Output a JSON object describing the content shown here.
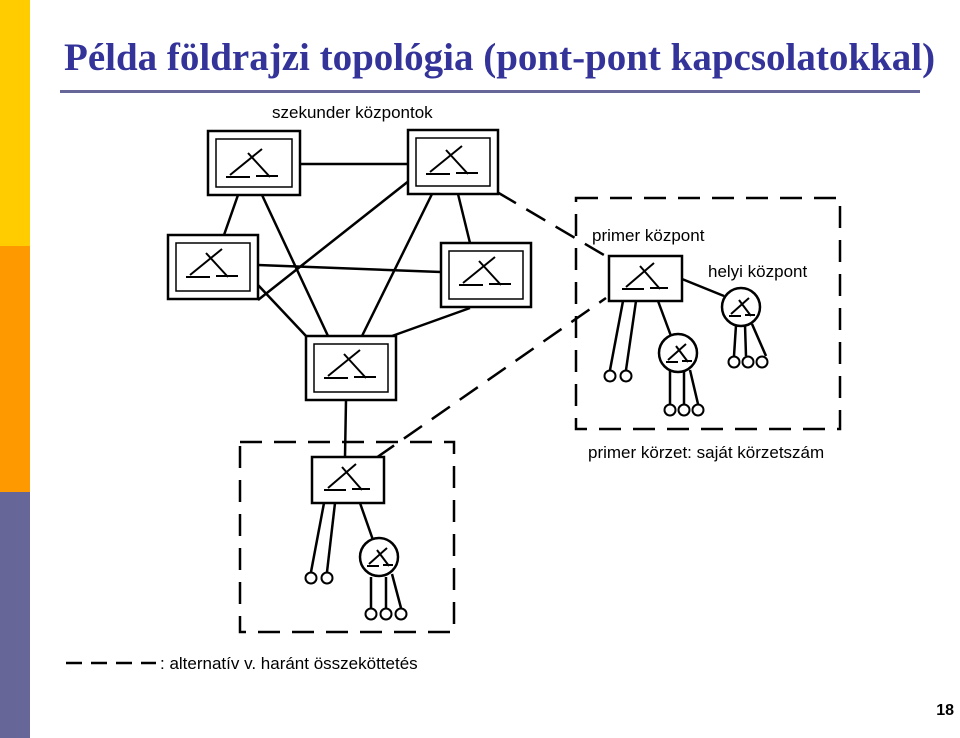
{
  "slide": {
    "title": "Példa földrajzi topológia (pont-pont kapcsolatokkal)",
    "page_number": "18"
  },
  "labels": {
    "secondary": "szekunder központok",
    "primary": "primer központ",
    "local": "helyi központ",
    "district": "primer körzet: saját körzetszám",
    "legend": ": alternatív v. haránt összeköttetés"
  },
  "colors": {
    "bar_top": "#FFCC00",
    "bar_middle": "#FF9900",
    "bar_bottom": "#666699",
    "title": "#333399",
    "rule": "#666699",
    "line": "#000000"
  },
  "icons": {
    "switch": "crossbar-switch-icon",
    "terminal": "subscriber-terminal-icon"
  }
}
